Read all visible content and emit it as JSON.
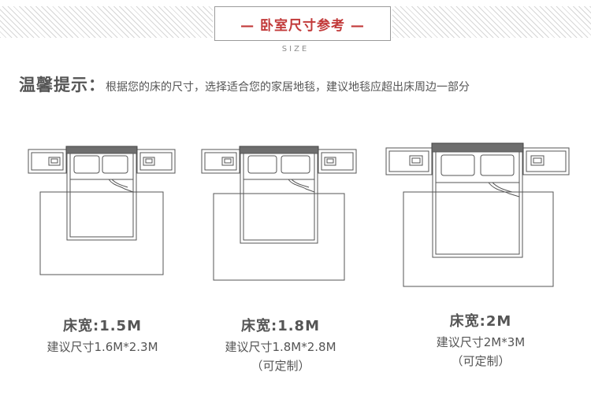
{
  "header": {
    "title": "— 卧室尺寸参考 —",
    "subtitle": "SIZE"
  },
  "tip": {
    "label": "温馨提示：",
    "text": "根据您的床的尺寸，选择适合您的家居地毯，建议地毯应超出床周边一部分"
  },
  "beds": [
    {
      "width_label": "床宽:1.5M",
      "suggest": "建议尺寸1.6M*2.3M",
      "note": ""
    },
    {
      "width_label": "床宽:1.8M",
      "suggest": "建议尺寸1.8M*2.8M",
      "note": "（可定制）"
    },
    {
      "width_label": "床宽:2M",
      "suggest": "建议尺寸2M*3M",
      "note": "（可定制）"
    }
  ],
  "colors": {
    "title_red": "#c23a3a",
    "line": "#555555",
    "headboard": "#6e6e6e"
  }
}
